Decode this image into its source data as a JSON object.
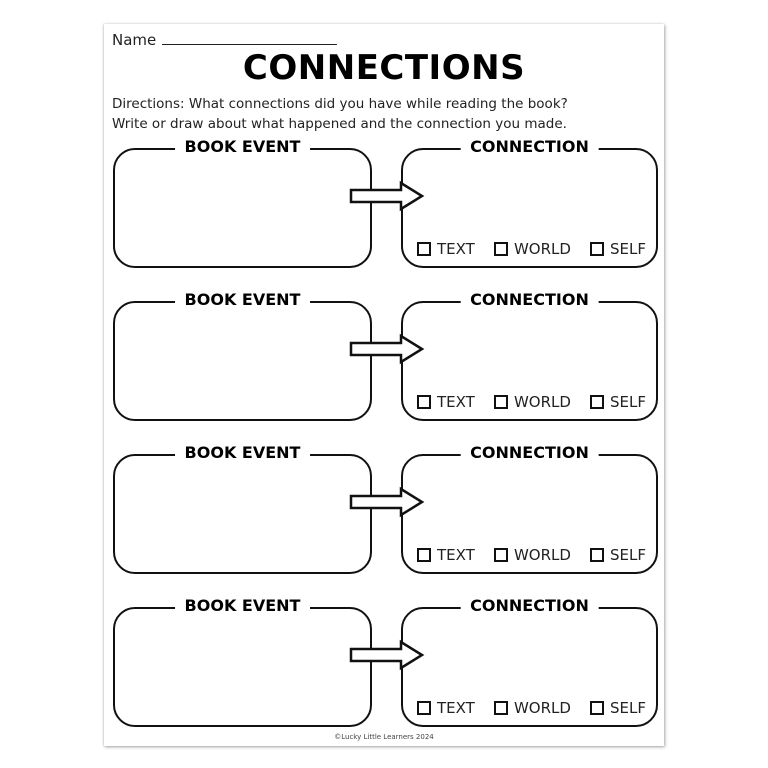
{
  "header": {
    "name_label": "Name",
    "title": "CONNECTIONS",
    "directions_line1": "Directions: What connections did you have while reading the book?",
    "directions_line2": "Write or draw about what happened and the connection you made."
  },
  "rows": [
    {
      "event_label": "BOOK EVENT",
      "connection_label": "CONNECTION",
      "options": [
        "TEXT",
        "WORLD",
        "SELF"
      ]
    },
    {
      "event_label": "BOOK EVENT",
      "connection_label": "CONNECTION",
      "options": [
        "TEXT",
        "WORLD",
        "SELF"
      ]
    },
    {
      "event_label": "BOOK EVENT",
      "connection_label": "CONNECTION",
      "options": [
        "TEXT",
        "WORLD",
        "SELF"
      ]
    },
    {
      "event_label": "BOOK EVENT",
      "connection_label": "CONNECTION",
      "options": [
        "TEXT",
        "WORLD",
        "SELF"
      ]
    }
  ],
  "footer": {
    "copyright": "©Lucky Little Learners 2024"
  }
}
